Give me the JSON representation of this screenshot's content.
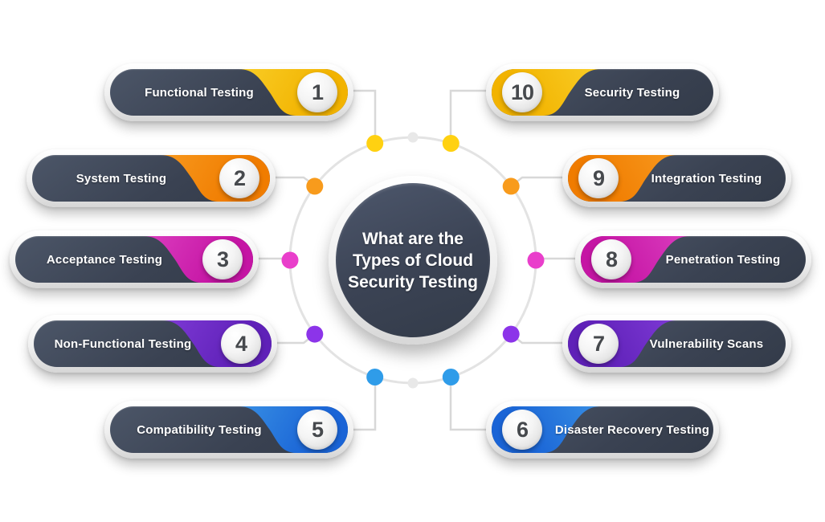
{
  "center": {
    "title": "What are the Types of Cloud Security Testing",
    "title_lines": [
      "What are the",
      "Types of Cloud",
      "Security Testing"
    ]
  },
  "left_column": [
    {
      "number": "1",
      "label": "Functional Testing",
      "accent_light": "#FFE54A",
      "accent_dark": "#F2B300",
      "dot": "#FFD111"
    },
    {
      "number": "2",
      "label": "System Testing",
      "accent_light": "#FFB339",
      "accent_dark": "#F07C00",
      "dot": "#F89B1C"
    },
    {
      "number": "3",
      "label": "Acceptance Testing",
      "accent_light": "#F062D8",
      "accent_dark": "#C515A4",
      "dot": "#E93FCB"
    },
    {
      "number": "4",
      "label": "Non-Functional Testing",
      "accent_light": "#9A50F0",
      "accent_dark": "#5F21B8",
      "dot": "#8C34E9"
    },
    {
      "number": "5",
      "label": "Compatibility Testing",
      "accent_light": "#52B5F0",
      "accent_dark": "#1A64D6",
      "dot": "#2F9CE9"
    }
  ],
  "right_column": [
    {
      "number": "10",
      "label": "Security Testing",
      "accent_light": "#FFE54A",
      "accent_dark": "#F2B300",
      "dot": "#FFD111"
    },
    {
      "number": "9",
      "label": "Integration Testing",
      "accent_light": "#FFB339",
      "accent_dark": "#F07C00",
      "dot": "#F89B1C"
    },
    {
      "number": "8",
      "label": "Penetration Testing",
      "accent_light": "#F062D8",
      "accent_dark": "#C515A4",
      "dot": "#E93FCB"
    },
    {
      "number": "7",
      "label": "Vulnerability Scans",
      "accent_light": "#9A50F0",
      "accent_dark": "#5F21B8",
      "dot": "#8C34E9"
    },
    {
      "number": "6",
      "label": "Disaster Recovery Testing",
      "accent_light": "#52B5F0",
      "accent_dark": "#1A64D6",
      "dot": "#2F9CE9"
    }
  ],
  "colors": {
    "pill_dark_top": "#4C5668",
    "pill_dark_bottom": "#333B49",
    "ring": "#E3E3E3",
    "connector": "#D8D8D8",
    "white_dot": "#E8E8E8",
    "number_text": "#46494D",
    "label_text": "#FFFFFF"
  }
}
